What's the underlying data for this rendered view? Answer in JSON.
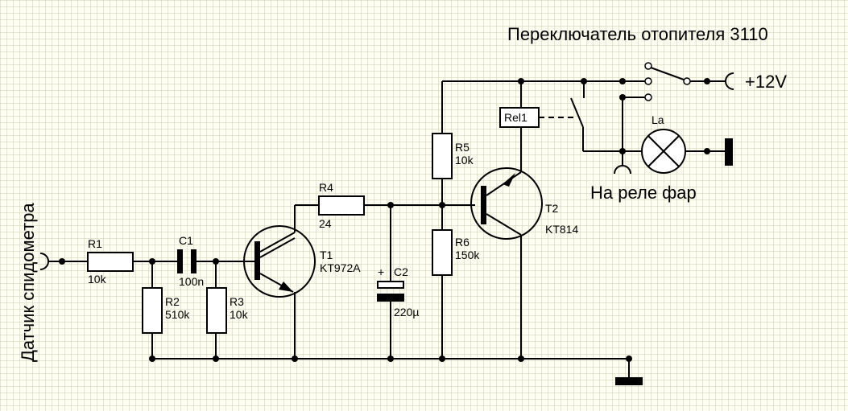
{
  "title": "Переключатель отопителя 3110",
  "labels": {
    "sensor": "Датчик спидометра",
    "supply": "+12V",
    "headlight_relay": "На реле фар"
  },
  "components": {
    "R1": {
      "ref": "R1",
      "value": "10k"
    },
    "R2": {
      "ref": "R2",
      "value": "510k"
    },
    "R3": {
      "ref": "R3",
      "value": "10k"
    },
    "R4": {
      "ref": "R4",
      "value": "24"
    },
    "R5": {
      "ref": "R5",
      "value": "10k"
    },
    "R6": {
      "ref": "R6",
      "value": "150k"
    },
    "C1": {
      "ref": "C1",
      "value": "100n"
    },
    "C2": {
      "ref": "C2",
      "value": "220µ",
      "polarity": "+"
    },
    "T1": {
      "ref": "T1",
      "value": "KT972A"
    },
    "T2": {
      "ref": "T2",
      "value": "KT814"
    },
    "Rel1": {
      "ref": "Rel1"
    },
    "La": {
      "ref": "La"
    }
  }
}
